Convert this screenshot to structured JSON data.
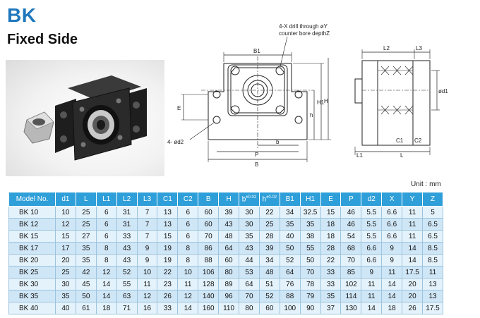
{
  "title": "BK",
  "subtitle": "Fixed Side",
  "drawing": {
    "note_line1": "4-X drill through øY",
    "note_line2": "counter bore depthZ",
    "label_B1": "B1",
    "label_E": "E",
    "label_h": "h",
    "label_H1": "H1",
    "label_H": "H",
    "label_d2": "4- ød2",
    "label_b": "b",
    "label_P": "P",
    "label_B": "B",
    "label_L2": "L2",
    "label_L3": "L3",
    "label_d1": "ød1",
    "label_C1": "C1",
    "label_C2": "C2",
    "label_L1": "L1",
    "label_L": "L"
  },
  "unit_note": "Unit : mm",
  "table": {
    "headers": [
      {
        "text": "Model No.",
        "tol": ""
      },
      {
        "text": "d1",
        "tol": ""
      },
      {
        "text": "L",
        "tol": ""
      },
      {
        "text": "L1",
        "tol": ""
      },
      {
        "text": "L2",
        "tol": ""
      },
      {
        "text": "L3",
        "tol": ""
      },
      {
        "text": "C1",
        "tol": ""
      },
      {
        "text": "C2",
        "tol": ""
      },
      {
        "text": "B",
        "tol": ""
      },
      {
        "text": "H",
        "tol": ""
      },
      {
        "text": "b",
        "tol": "±0.02"
      },
      {
        "text": "h",
        "tol": "±0.02"
      },
      {
        "text": "B1",
        "tol": ""
      },
      {
        "text": "H1",
        "tol": ""
      },
      {
        "text": "E",
        "tol": ""
      },
      {
        "text": "P",
        "tol": ""
      },
      {
        "text": "d2",
        "tol": ""
      },
      {
        "text": "X",
        "tol": ""
      },
      {
        "text": "Y",
        "tol": ""
      },
      {
        "text": "Z",
        "tol": ""
      }
    ],
    "rows": [
      [
        "BK 10",
        "10",
        "25",
        "6",
        "31",
        "7",
        "13",
        "6",
        "60",
        "39",
        "30",
        "22",
        "34",
        "32.5",
        "15",
        "46",
        "5.5",
        "6.6",
        "11",
        "5"
      ],
      [
        "BK 12",
        "12",
        "25",
        "6",
        "31",
        "7",
        "13",
        "6",
        "60",
        "43",
        "30",
        "25",
        "35",
        "35",
        "18",
        "46",
        "5.5",
        "6.6",
        "11",
        "6.5"
      ],
      [
        "BK 15",
        "15",
        "27",
        "6",
        "33",
        "7",
        "15",
        "6",
        "70",
        "48",
        "35",
        "28",
        "40",
        "38",
        "18",
        "54",
        "5.5",
        "6.6",
        "11",
        "6.5"
      ],
      [
        "BK 17",
        "17",
        "35",
        "8",
        "43",
        "9",
        "19",
        "8",
        "86",
        "64",
        "43",
        "39",
        "50",
        "55",
        "28",
        "68",
        "6.6",
        "9",
        "14",
        "8.5"
      ],
      [
        "BK 20",
        "20",
        "35",
        "8",
        "43",
        "9",
        "19",
        "8",
        "88",
        "60",
        "44",
        "34",
        "52",
        "50",
        "22",
        "70",
        "6.6",
        "9",
        "14",
        "8.5"
      ],
      [
        "BK 25",
        "25",
        "42",
        "12",
        "52",
        "10",
        "22",
        "10",
        "106",
        "80",
        "53",
        "48",
        "64",
        "70",
        "33",
        "85",
        "9",
        "11",
        "17.5",
        "11"
      ],
      [
        "BK 30",
        "30",
        "45",
        "14",
        "55",
        "11",
        "23",
        "11",
        "128",
        "89",
        "64",
        "51",
        "76",
        "78",
        "33",
        "102",
        "11",
        "14",
        "20",
        "13"
      ],
      [
        "BK 35",
        "35",
        "50",
        "14",
        "63",
        "12",
        "26",
        "12",
        "140",
        "96",
        "70",
        "52",
        "88",
        "79",
        "35",
        "114",
        "11",
        "14",
        "20",
        "13"
      ],
      [
        "BK 40",
        "40",
        "61",
        "18",
        "71",
        "16",
        "33",
        "14",
        "160",
        "110",
        "80",
        "60",
        "100",
        "90",
        "37",
        "130",
        "14",
        "18",
        "26",
        "17.5"
      ]
    ]
  }
}
